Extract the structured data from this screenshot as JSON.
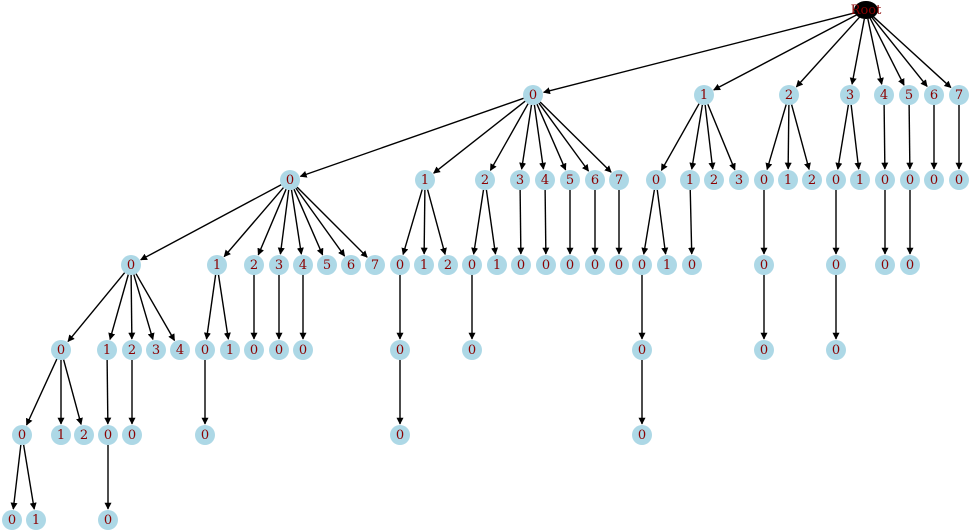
{
  "colors": {
    "node_fill": "#add8e6",
    "label": "#8b0000",
    "edge": "#000000"
  },
  "tree": {
    "id": "root",
    "label": "Root",
    "children": [
      {
        "id": "0",
        "label": "0",
        "children": [
          {
            "id": "0.0",
            "label": "0",
            "children": [
              {
                "id": "0.0.0",
                "label": "0",
                "children": [
                  {
                    "id": "0.0.0.0",
                    "label": "0",
                    "children": [
                      {
                        "id": "0.0.0.0.0",
                        "label": "0",
                        "children": [
                          {
                            "id": "0.0.0.0.0.0",
                            "label": "0",
                            "children": []
                          },
                          {
                            "id": "0.0.0.0.0.1",
                            "label": "1",
                            "children": []
                          }
                        ]
                      },
                      {
                        "id": "0.0.0.0.1",
                        "label": "1",
                        "children": []
                      },
                      {
                        "id": "0.0.0.0.2",
                        "label": "2",
                        "children": []
                      }
                    ]
                  },
                  {
                    "id": "0.0.0.1",
                    "label": "1",
                    "children": [
                      {
                        "id": "0.0.0.1.0",
                        "label": "0",
                        "children": [
                          {
                            "id": "0.0.0.1.0.0",
                            "label": "0",
                            "children": []
                          }
                        ]
                      }
                    ]
                  },
                  {
                    "id": "0.0.0.2",
                    "label": "2",
                    "children": [
                      {
                        "id": "0.0.0.2.0",
                        "label": "0",
                        "children": []
                      }
                    ]
                  },
                  {
                    "id": "0.0.0.3",
                    "label": "3",
                    "children": []
                  },
                  {
                    "id": "0.0.0.4",
                    "label": "4",
                    "children": []
                  }
                ]
              },
              {
                "id": "0.0.1",
                "label": "1",
                "children": [
                  {
                    "id": "0.0.1.0",
                    "label": "0",
                    "children": [
                      {
                        "id": "0.0.1.0.0",
                        "label": "0",
                        "children": []
                      }
                    ]
                  },
                  {
                    "id": "0.0.1.1",
                    "label": "1",
                    "children": []
                  }
                ]
              },
              {
                "id": "0.0.2",
                "label": "2",
                "children": [
                  {
                    "id": "0.0.2.0",
                    "label": "0",
                    "children": []
                  }
                ]
              },
              {
                "id": "0.0.3",
                "label": "3",
                "children": [
                  {
                    "id": "0.0.3.0",
                    "label": "0",
                    "children": []
                  }
                ]
              },
              {
                "id": "0.0.4",
                "label": "4",
                "children": [
                  {
                    "id": "0.0.4.0",
                    "label": "0",
                    "children": []
                  }
                ]
              },
              {
                "id": "0.0.5",
                "label": "5",
                "children": []
              },
              {
                "id": "0.0.6",
                "label": "6",
                "children": []
              },
              {
                "id": "0.0.7",
                "label": "7",
                "children": []
              }
            ]
          },
          {
            "id": "0.1",
            "label": "1",
            "children": [
              {
                "id": "0.1.0",
                "label": "0",
                "children": [
                  {
                    "id": "0.1.0.0",
                    "label": "0",
                    "children": [
                      {
                        "id": "0.1.0.0.0",
                        "label": "0",
                        "children": []
                      }
                    ]
                  }
                ]
              },
              {
                "id": "0.1.1",
                "label": "1",
                "children": []
              },
              {
                "id": "0.1.2",
                "label": "2",
                "children": []
              }
            ]
          },
          {
            "id": "0.2",
            "label": "2",
            "children": [
              {
                "id": "0.2.0",
                "label": "0",
                "children": [
                  {
                    "id": "0.2.0.0",
                    "label": "0",
                    "children": []
                  }
                ]
              },
              {
                "id": "0.2.1",
                "label": "1",
                "children": []
              }
            ]
          },
          {
            "id": "0.3",
            "label": "3",
            "children": [
              {
                "id": "0.3.0",
                "label": "0",
                "children": []
              }
            ]
          },
          {
            "id": "0.4",
            "label": "4",
            "children": [
              {
                "id": "0.4.0",
                "label": "0",
                "children": []
              }
            ]
          },
          {
            "id": "0.5",
            "label": "5",
            "children": [
              {
                "id": "0.5.0",
                "label": "0",
                "children": []
              }
            ]
          },
          {
            "id": "0.6",
            "label": "6",
            "children": [
              {
                "id": "0.6.0",
                "label": "0",
                "children": []
              }
            ]
          },
          {
            "id": "0.7",
            "label": "7",
            "children": [
              {
                "id": "0.7.0",
                "label": "0",
                "children": []
              }
            ]
          }
        ]
      },
      {
        "id": "1",
        "label": "1",
        "children": [
          {
            "id": "1.0",
            "label": "0",
            "children": [
              {
                "id": "1.0.0",
                "label": "0",
                "children": [
                  {
                    "id": "1.0.0.0",
                    "label": "0",
                    "children": [
                      {
                        "id": "1.0.0.0.0",
                        "label": "0",
                        "children": []
                      }
                    ]
                  }
                ]
              },
              {
                "id": "1.0.1",
                "label": "1",
                "children": []
              }
            ]
          },
          {
            "id": "1.1",
            "label": "1",
            "children": [
              {
                "id": "1.1.0",
                "label": "0",
                "children": []
              }
            ]
          },
          {
            "id": "1.2",
            "label": "2",
            "children": []
          },
          {
            "id": "1.3",
            "label": "3",
            "children": []
          }
        ]
      },
      {
        "id": "2",
        "label": "2",
        "children": [
          {
            "id": "2.0",
            "label": "0",
            "children": [
              {
                "id": "2.0.0",
                "label": "0",
                "children": [
                  {
                    "id": "2.0.0.0",
                    "label": "0",
                    "children": []
                  }
                ]
              }
            ]
          },
          {
            "id": "2.1",
            "label": "1",
            "children": []
          },
          {
            "id": "2.2",
            "label": "2",
            "children": []
          }
        ]
      },
      {
        "id": "3",
        "label": "3",
        "children": [
          {
            "id": "3.0",
            "label": "0",
            "children": [
              {
                "id": "3.0.0",
                "label": "0",
                "children": [
                  {
                    "id": "3.0.0.0",
                    "label": "0",
                    "children": []
                  }
                ]
              }
            ]
          },
          {
            "id": "3.1",
            "label": "1",
            "children": []
          }
        ]
      },
      {
        "id": "4",
        "label": "4",
        "children": [
          {
            "id": "4.0",
            "label": "0",
            "children": [
              {
                "id": "4.0.0",
                "label": "0",
                "children": []
              }
            ]
          }
        ]
      },
      {
        "id": "5",
        "label": "5",
        "children": [
          {
            "id": "5.0",
            "label": "0",
            "children": [
              {
                "id": "5.0.0",
                "label": "0",
                "children": []
              }
            ]
          }
        ]
      },
      {
        "id": "6",
        "label": "6",
        "children": [
          {
            "id": "6.0",
            "label": "0",
            "children": []
          }
        ]
      },
      {
        "id": "7",
        "label": "7",
        "children": [
          {
            "id": "7.0",
            "label": "0",
            "children": []
          }
        ]
      }
    ]
  }
}
